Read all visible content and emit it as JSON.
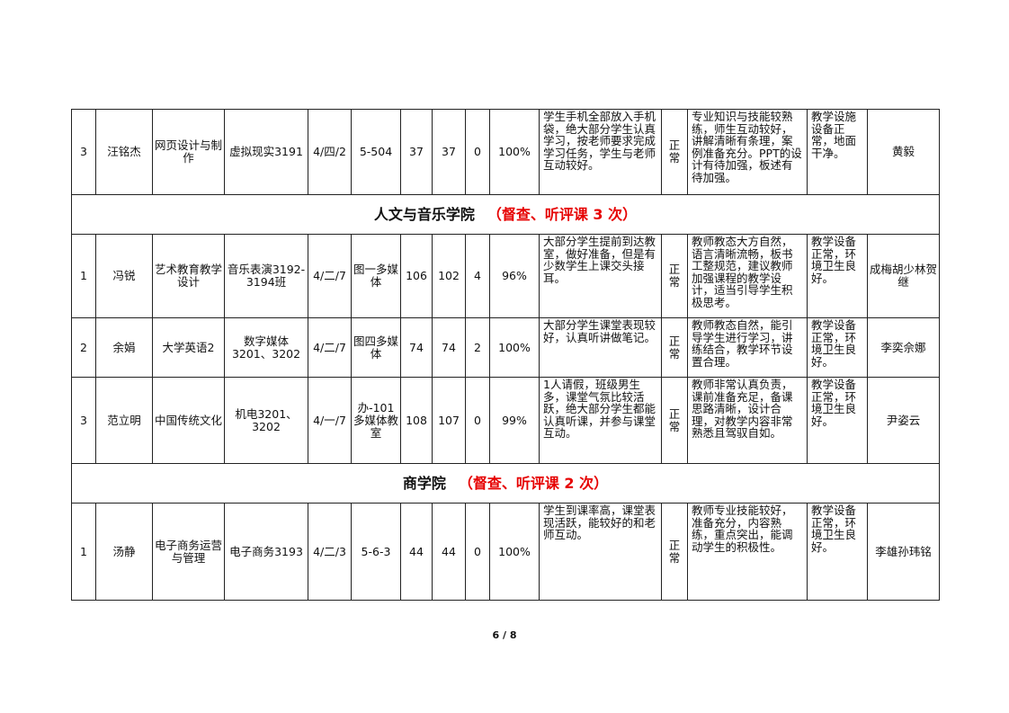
{
  "rows_a": [
    {
      "no": "3",
      "teacher": "汪铭杰",
      "course": "网页设计与制作",
      "class": "虚拟现实3191",
      "time": "4/四/2",
      "room": "5-504",
      "should": "37",
      "actual": "37",
      "absent": "0",
      "rate": "100%",
      "discipline": "学生手机全部放入手机袋，绝大部分学生认真学习，按老师要求完成学习任务，学生与老师互动较好。",
      "order": "正常",
      "teaching": "专业知识与技能较熟练，师生互动较好，讲解清晰有条理，案例准备充分。PPT的设计有待加强，板述有待加强。",
      "environment": "教学设施设备正常，地面干净。",
      "inspector": "黄毅"
    }
  ],
  "section_b": {
    "name": "人文与音乐学院",
    "note": "（督查、听评课 3 次）"
  },
  "rows_b": [
    {
      "no": "1",
      "teacher": "冯锐",
      "course": "艺术教育教学设计",
      "class": "音乐表演3192-3194班",
      "time": "4/二/7",
      "room": "图一多媒体",
      "should": "106",
      "actual": "102",
      "absent": "4",
      "rate": "96%",
      "discipline": "大部分学生提前到达教室，做好准备，但是有少数学生上课交头接耳。",
      "order": "正常",
      "teaching": "教师教态大方自然，语言清晰流畅，板书工整规范，建议教师加强课程的教学设计，适当引导学生积极思考。",
      "environment": "教学设备正常，环境卫生良好。",
      "inspector": "成梅胡少林贺继"
    },
    {
      "no": "2",
      "teacher": "余娟",
      "course": "大学英语2",
      "class": "数字媒体3201、3202",
      "time": "4/二/7",
      "room": "图四多媒体",
      "should": "74",
      "actual": "74",
      "absent": "2",
      "rate": "100%",
      "discipline": "大部分学生课堂表现较好，认真听讲做笔记。",
      "order": "正常",
      "teaching": "教师教态自然，能引导学生进行学习，讲练结合，教学环节设置合理。",
      "environment": "教学设备正常，环境卫生良好。",
      "inspector": "李奕佘娜"
    },
    {
      "no": "3",
      "teacher": "范立明",
      "course": "中国传统文化",
      "class": "机电3201、3202",
      "time": "4/一/7",
      "room": "办-101多媒体教室",
      "should": "108",
      "actual": "107",
      "absent": "0",
      "rate": "99%",
      "discipline": "1人请假，班级男生多，课堂气氛比较活跃，绝大部分学生都能认真听课，并参与课堂互动。",
      "order": "正常",
      "teaching": "教师非常认真负责，课前准备充足，备课思路清晰，设计合理，对教学内容非常熟悉且驾驭自如。",
      "environment": "教学设备正常，环境卫生良好。",
      "inspector": "尹姿云"
    }
  ],
  "section_c": {
    "name": "商学院",
    "note": "（督查、听评课 2 次）"
  },
  "rows_c": [
    {
      "no": "1",
      "teacher": "汤静",
      "course": "电子商务运营与管理",
      "class": "电子商务3193",
      "time": "4/二/3",
      "room": "5-6-3",
      "should": "44",
      "actual": "44",
      "absent": "0",
      "rate": "100%",
      "discipline": "学生到课率高，课堂表现活跃，能较好的和老师互动。",
      "order": "正常",
      "teaching": "教师专业技能较好，准备充分，内容熟练，重点突出，能调动学生的积极性。",
      "environment": "教学设备正常，环境卫生良好。",
      "inspector": "李雄孙玮铭"
    }
  ],
  "footer": {
    "page": "6 / 8"
  }
}
